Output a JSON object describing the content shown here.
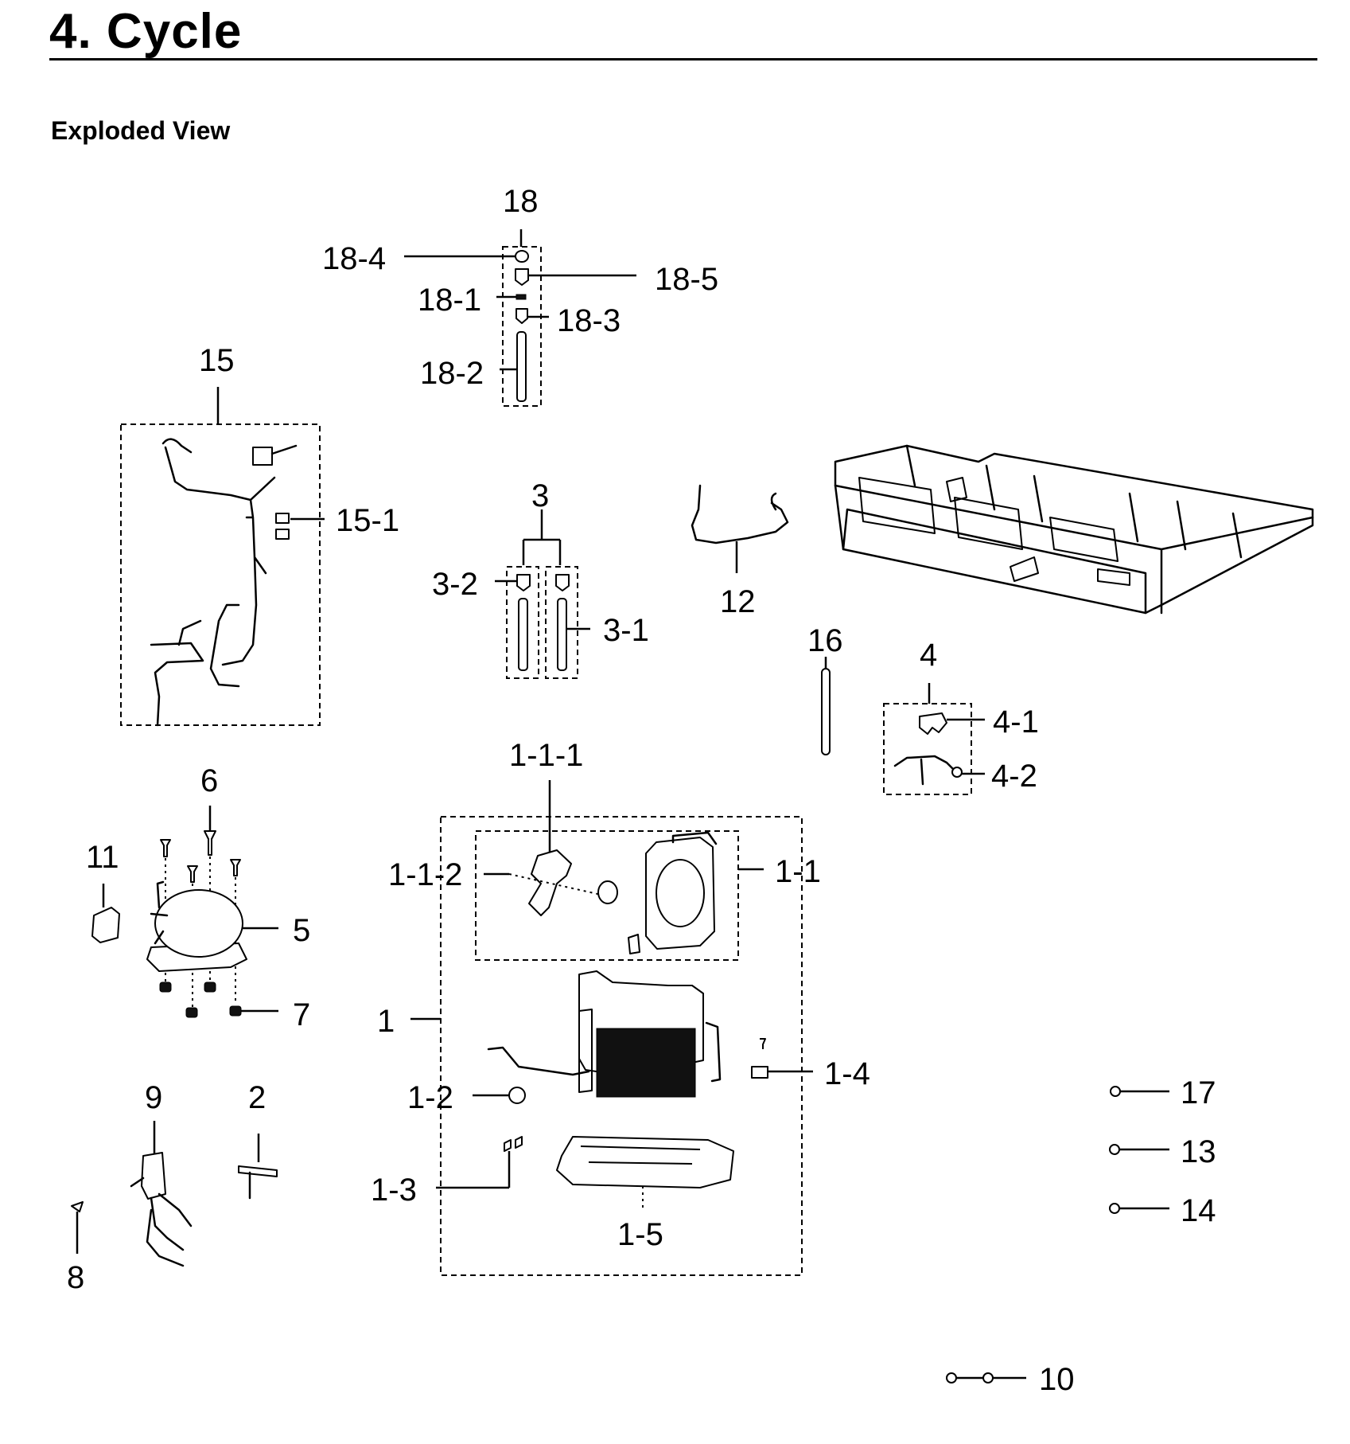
{
  "page": {
    "title": "4.  Cycle",
    "subtitle": "Exploded View"
  },
  "diagram": {
    "labels": {
      "p18": "18",
      "p18_4": "18-4",
      "p18_5": "18-5",
      "p18_1": "18-1",
      "p18_3": "18-3",
      "p18_2": "18-2",
      "p15": "15",
      "p15_1": "15-1",
      "p3": "3",
      "p3_2": "3-2",
      "p3_1": "3-1",
      "p12": "12",
      "p16": "16",
      "p4": "4",
      "p4_1": "4-1",
      "p4_2": "4-2",
      "p6": "6",
      "p11": "11",
      "p5": "5",
      "p7": "7",
      "p1_1_1": "1-1-1",
      "p1_1_2": "1-1-2",
      "p1_1": "1-1",
      "p1": "1",
      "p1_2": "1-2",
      "p1_4": "1-4",
      "p1_3": "1-3",
      "p1_5": "1-5",
      "p9": "9",
      "p2": "2",
      "p8": "8",
      "p17": "17",
      "p13": "13",
      "p14": "14",
      "p10": "10"
    }
  }
}
